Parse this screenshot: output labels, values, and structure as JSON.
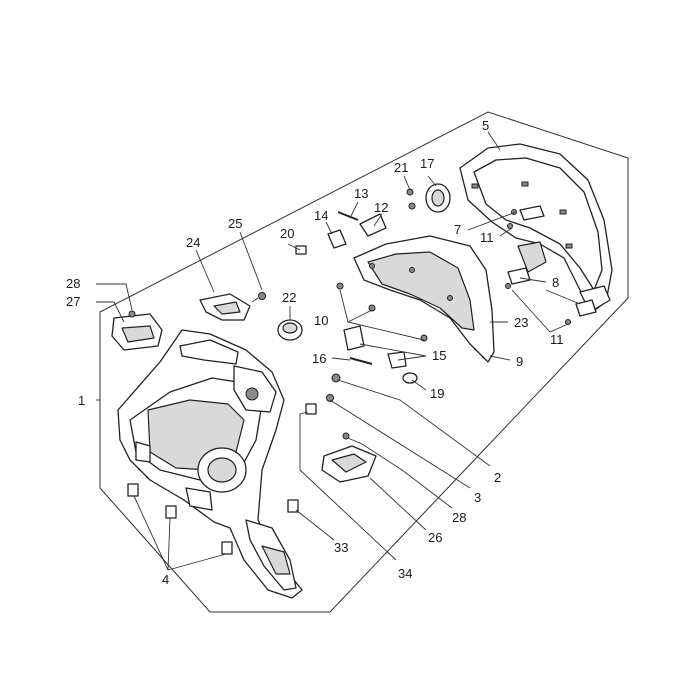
{
  "diagram": {
    "callouts": {
      "c1": "1",
      "c2": "2",
      "c3": "3",
      "c4": "4",
      "c5": "5",
      "c7": "7",
      "c8": "8",
      "c9": "9",
      "c10": "10",
      "c11a": "11",
      "c11b": "11",
      "c12": "12",
      "c13": "13",
      "c14": "14",
      "c15": "15",
      "c16": "16",
      "c17": "17",
      "c19": "19",
      "c20": "20",
      "c21": "21",
      "c22": "22",
      "c23": "23",
      "c24": "24",
      "c25": "25",
      "c26": "26",
      "c27": "27",
      "c28a": "28",
      "c28b": "28",
      "c33": "33",
      "c34": "34"
    }
  }
}
